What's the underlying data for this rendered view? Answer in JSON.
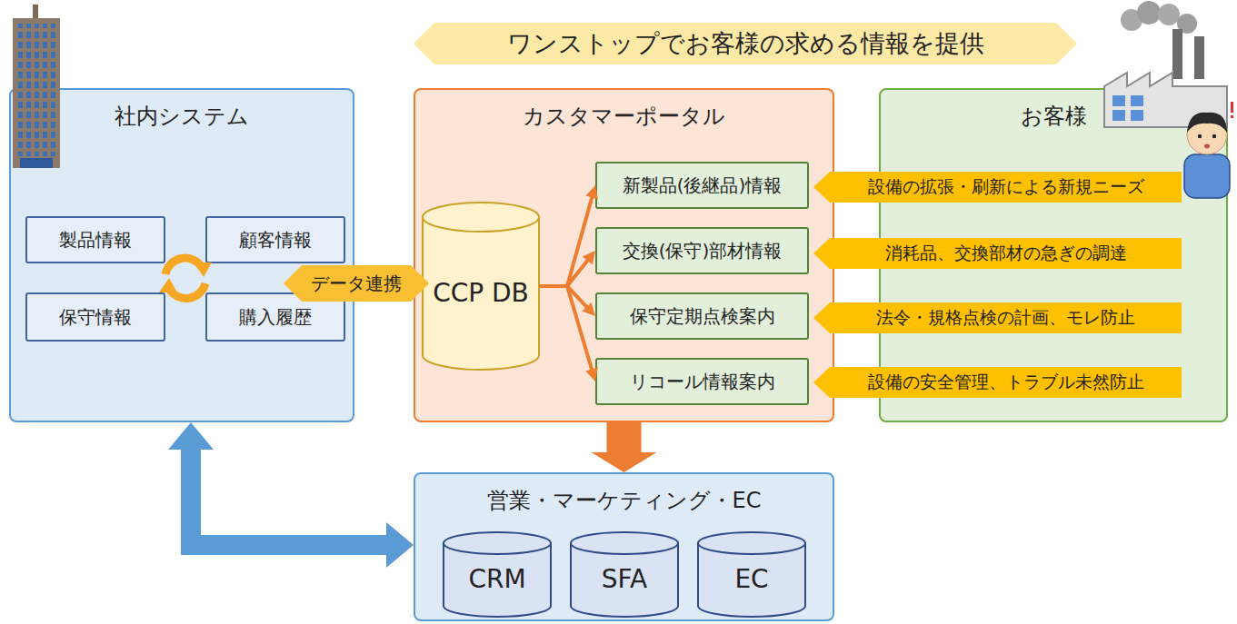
{
  "diagram": {
    "nodes": [
      {
        "text": [
          "ワンストップでお客様の求める情報を提供"
        ]
      },
      {
        "text": [
          "社内システム"
        ]
      },
      {
        "text": [
          "製品情報"
        ],
        "in": 1
      },
      {
        "text": [
          "顧客情報"
        ],
        "in": 1
      },
      {
        "text": [
          "保守情報"
        ],
        "in": 1
      },
      {
        "text": [
          "購入履歴"
        ],
        "in": 1
      },
      {
        "text": [
          "データ連携"
        ]
      },
      {
        "text": [
          "カスタマーポータル"
        ]
      },
      {
        "text": [
          "CCP DB"
        ],
        "in": 7
      },
      {
        "text": [
          "新製品(後継品)情報"
        ],
        "in": 7
      },
      {
        "text": [
          "交換(保守)部材情報"
        ],
        "in": 7
      },
      {
        "text": [
          "保守定期点検案内"
        ],
        "in": 7
      },
      {
        "text": [
          "リコール情報案内"
        ],
        "in": 7
      },
      {
        "text": [
          "お客様"
        ]
      },
      {
        "text": [
          "設備の拡張・刷新による新規ニーズ"
        ]
      },
      {
        "text": [
          "消耗品、交換部材の急ぎの調達"
        ]
      },
      {
        "text": [
          "法令・規格点検の計画、モレ防止"
        ]
      },
      {
        "text": [
          "設備の安全管理、トラブル未然防止"
        ]
      },
      {
        "text": [
          "営業・マーケティング・EC"
        ]
      },
      {
        "text": [
          "CRM"
        ],
        "in": 18
      },
      {
        "text": [
          "SFA"
        ],
        "in": 18
      },
      {
        "text": [
          "EC"
        ],
        "in": 18
      }
    ],
    "edges": [
      {
        "from": 8,
        "to": 9,
        "arrow": "to"
      },
      {
        "from": 8,
        "to": 10,
        "arrow": "to"
      },
      {
        "from": 8,
        "to": 11,
        "arrow": "to"
      },
      {
        "from": 8,
        "to": 12,
        "arrow": "to"
      },
      {
        "from": 7,
        "to": 18,
        "arrow": "to"
      },
      {
        "from": 1,
        "to": 18,
        "arrow": "both"
      }
    ]
  }
}
